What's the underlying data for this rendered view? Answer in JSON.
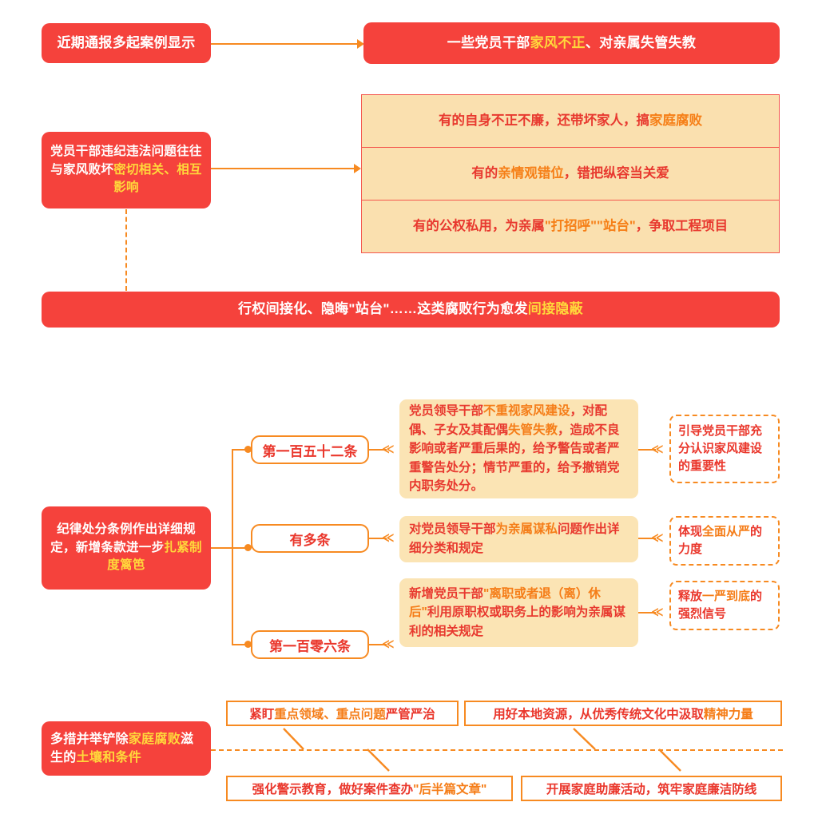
{
  "section1": {
    "source_box": "近期通报多起案例显示",
    "target_box": {
      "pre": "一些党员干部",
      "hi": "家风不正",
      "post": "、对亲属失管失教"
    }
  },
  "section2": {
    "source_box": {
      "pre": "党员干部违纪违法问题往往与家风败坏",
      "hi": "密切相关、相互影响"
    },
    "rows": [
      {
        "pre": "有的自身不正不廉，还带坏家人，搞",
        "hi": "家庭腐败",
        "post": ""
      },
      {
        "pre": "有的",
        "hi": "亲情观错位",
        "post": "，错把纵容当关爱"
      },
      {
        "pre": "有的公权私用，为亲属",
        "hi": "\"打招呼\"\"站台\"",
        "post": "，争取工程项目"
      }
    ],
    "banner": {
      "pre": "行权间接化、隐晦\"站台\"……这类腐败行为愈发",
      "hi": "间接隐蔽"
    }
  },
  "section3": {
    "source_box": {
      "pre": "纪律处分条例作出详细规定，新增条款进一步",
      "hi": "扎紧制度篱笆"
    },
    "branches": [
      {
        "pill": "第一百五十二条",
        "detail": {
          "seg": [
            {
              "t": "党员领导干部",
              "c": "red"
            },
            {
              "t": "不重视家风建设",
              "c": "hi"
            },
            {
              "t": "，对配偶、子女及其配偶",
              "c": "red"
            },
            {
              "t": "失管失教",
              "c": "hi"
            },
            {
              "t": "，造成不良影响或者严重后果的，给予警告或者严重警告处分；情节严重的，给予撤销党内职务处分。",
              "c": "red"
            }
          ]
        },
        "outcome": {
          "seg": [
            {
              "t": "引导党员干部充分认识家风建设的重要性",
              "c": "red"
            }
          ]
        }
      },
      {
        "pill": "有多条",
        "detail": {
          "seg": [
            {
              "t": "对党员领导干部",
              "c": "red"
            },
            {
              "t": "为亲属谋私",
              "c": "hi"
            },
            {
              "t": "问题作出详细分类和规定",
              "c": "red"
            }
          ]
        },
        "outcome": {
          "seg": [
            {
              "t": "体现",
              "c": "red"
            },
            {
              "t": "全面从严",
              "c": "hi"
            },
            {
              "t": "的力度",
              "c": "red"
            }
          ]
        }
      },
      {
        "pill": "第一百零六条",
        "detail": {
          "seg": [
            {
              "t": "新增党员干部",
              "c": "red"
            },
            {
              "t": "\"离职或者退（离）休后\"",
              "c": "hi"
            },
            {
              "t": "利用原职权或职务上的影响为亲属谋利的相关规定",
              "c": "red"
            }
          ]
        },
        "outcome": {
          "seg": [
            {
              "t": "释放",
              "c": "red"
            },
            {
              "t": "一严到底",
              "c": "hi"
            },
            {
              "t": "的强烈信号",
              "c": "red"
            }
          ]
        }
      }
    ]
  },
  "section4": {
    "source_box": {
      "seg": [
        {
          "t": "多措并举铲除",
          "c": "white"
        },
        {
          "t": "家庭腐败",
          "c": "hi"
        },
        {
          "t": "滋生的",
          "c": "white"
        },
        {
          "t": "土壤和条件",
          "c": "hi"
        }
      ]
    },
    "measures": [
      {
        "seg": [
          {
            "t": "紧盯",
            "c": "red"
          },
          {
            "t": "重点领域、重点问题",
            "c": "hi"
          },
          {
            "t": "严管严治",
            "c": "red"
          }
        ]
      },
      {
        "seg": [
          {
            "t": "用好本地资源，从优秀传统文化中汲取",
            "c": "red"
          },
          {
            "t": "精神力量",
            "c": "hi"
          }
        ]
      },
      {
        "seg": [
          {
            "t": "强化警示教育，做好案件查办",
            "c": "red"
          },
          {
            "t": "\"后半篇文章\"",
            "c": "hi"
          }
        ]
      },
      {
        "seg": [
          {
            "t": "开展家庭助廉活动，筑牢家庭廉洁防线",
            "c": "red"
          }
        ]
      }
    ]
  },
  "colors": {
    "red": "#f5423c",
    "orange": "#f78a21",
    "yellow": "#ffd83b",
    "tan": "#fae0af",
    "text_red": "#e8392f"
  }
}
